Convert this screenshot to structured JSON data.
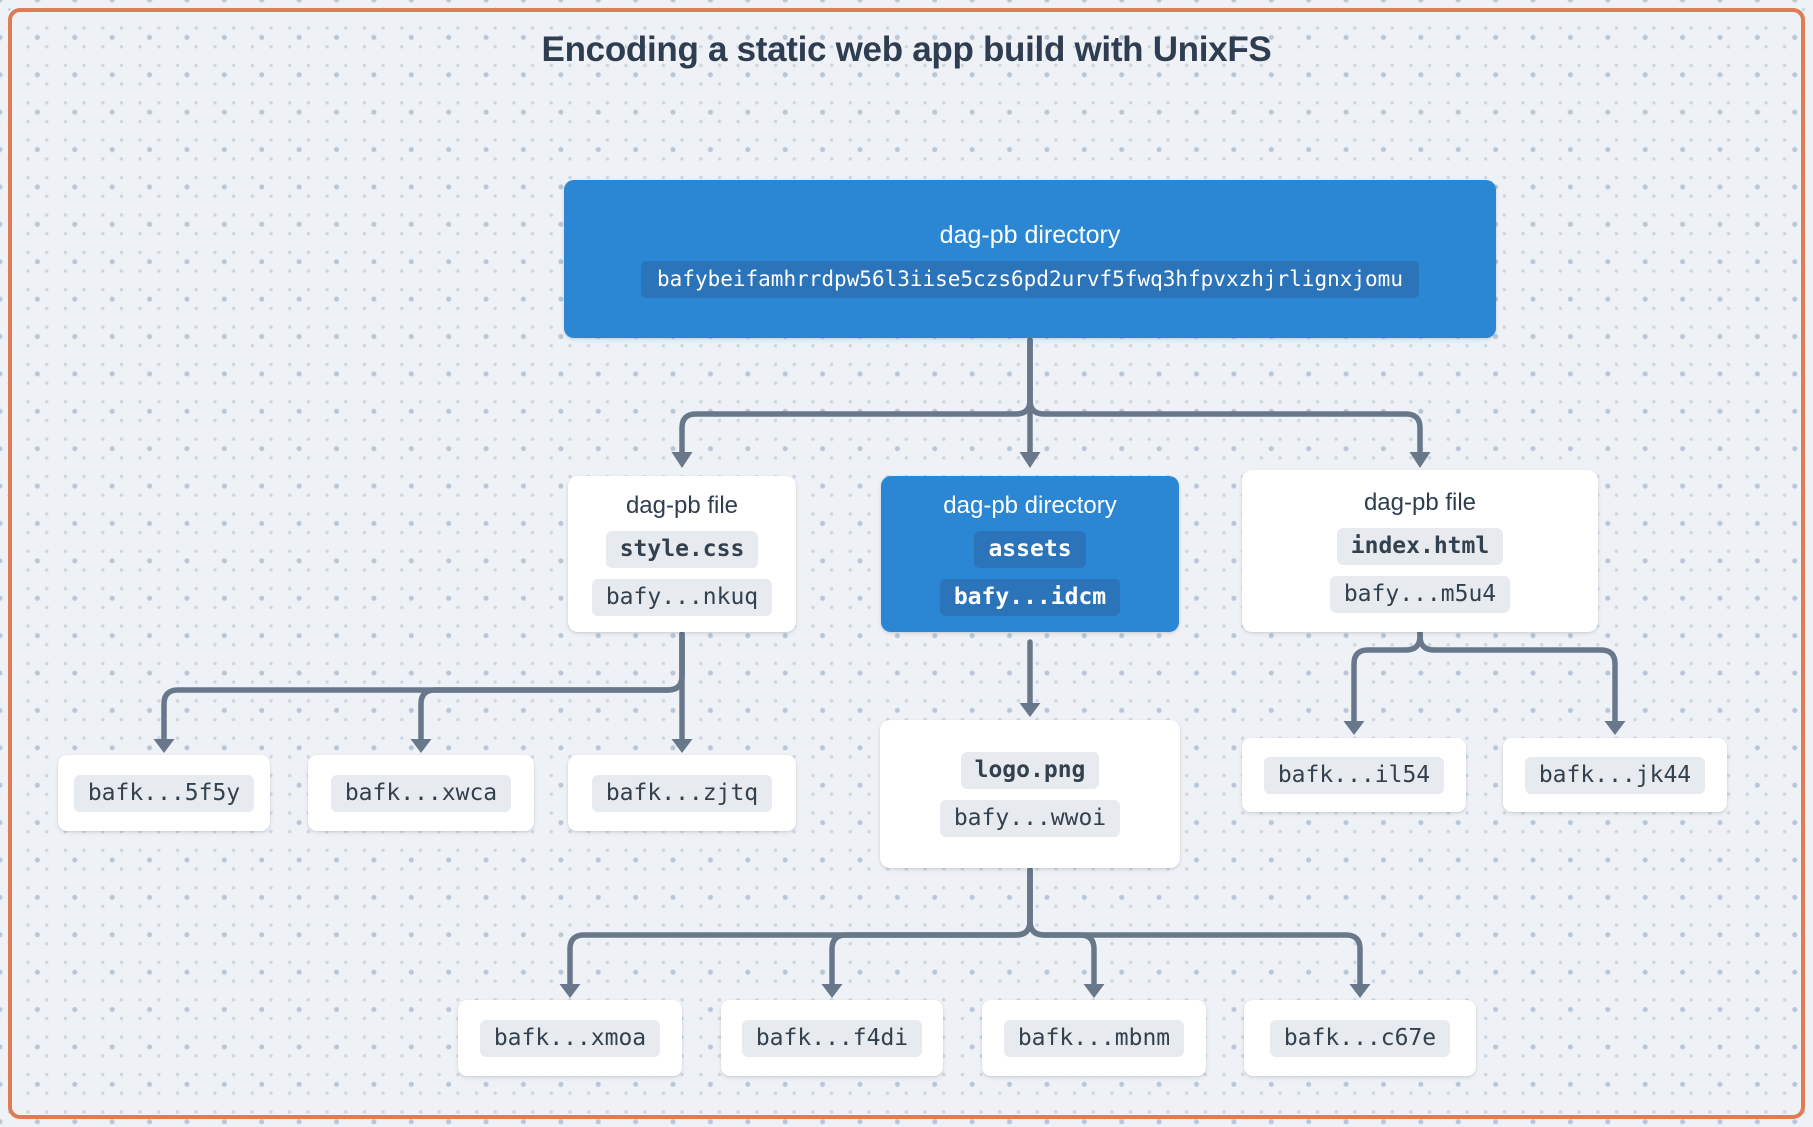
{
  "title": "Encoding a static web app build with UnixFS",
  "colors": {
    "accent_blue": "#2b87d3",
    "blue_chip": "#2c74b9",
    "frame_orange": "#de7c55",
    "connector_gray": "#68788a",
    "background": "#eef1f5",
    "text_dark": "#2e3d50"
  },
  "nodes": {
    "root": {
      "type_label": "dag-pb directory",
      "cid": "bafybeifamhrrdpw56l3iise5czs6pd2urvf5fwq3hfpvxzhjrlignxjomu"
    },
    "style_css": {
      "type_label": "dag-pb file",
      "filename": "style.css",
      "cid_short": "bafy...nkuq"
    },
    "assets_dir": {
      "type_label": "dag-pb directory",
      "dirname": "assets",
      "cid_short": "bafy...idcm"
    },
    "index_html": {
      "type_label": "dag-pb file",
      "filename": "index.html",
      "cid_short": "bafy...m5u4"
    },
    "logo_png": {
      "filename": "logo.png",
      "cid_short": "bafy...wwoi"
    },
    "style_css_blocks": [
      "bafk...5f5y",
      "bafk...xwca",
      "bafk...zjtq"
    ],
    "index_html_blocks": [
      "bafk...il54",
      "bafk...jk44"
    ],
    "logo_png_blocks": [
      "bafk...xmoa",
      "bafk...f4di",
      "bafk...mbnm",
      "bafk...c67e"
    ]
  }
}
